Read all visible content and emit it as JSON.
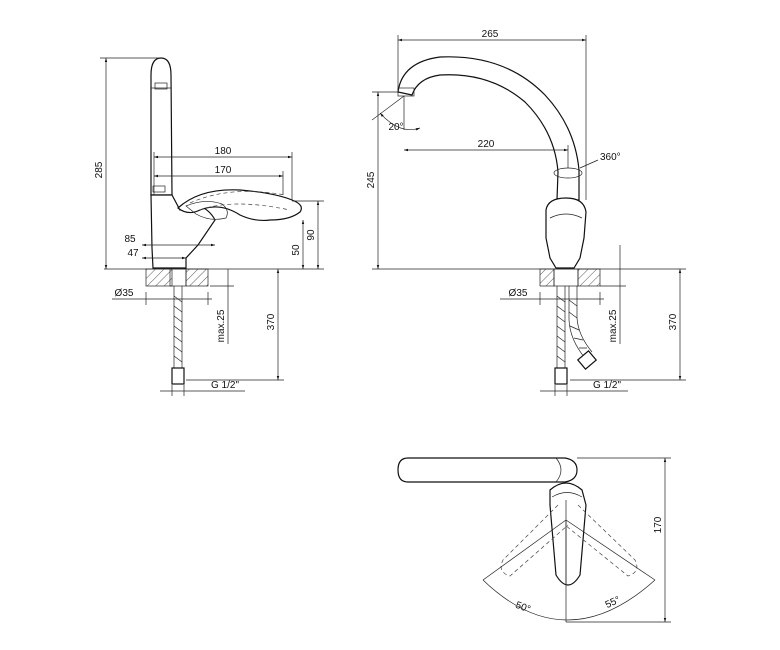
{
  "colors": {
    "line": "#111111",
    "background": "#ffffff"
  },
  "side_view": {
    "dim_height_total": "285",
    "dim_reach_180": "180",
    "dim_reach_170": "170",
    "dim_handle_90": "90",
    "dim_handle_50": "50",
    "dim_base_85": "85",
    "dim_base_47": "47",
    "dim_hole": "Ø35",
    "dim_max_thickness": "max.25",
    "dim_hose_length": "370",
    "dim_thread": "G 1/2\""
  },
  "front_view": {
    "dim_width_265": "265",
    "dim_angle_20": "20°",
    "dim_reach_220": "220",
    "dim_rotation": "360°",
    "dim_height_245": "245",
    "dim_hole": "Ø35",
    "dim_max_thickness": "max.25",
    "dim_hose_length": "370",
    "dim_thread": "G 1/2\""
  },
  "top_view": {
    "dim_length_170": "170",
    "dim_angle_50": "50°",
    "dim_angle_55": "55°"
  }
}
